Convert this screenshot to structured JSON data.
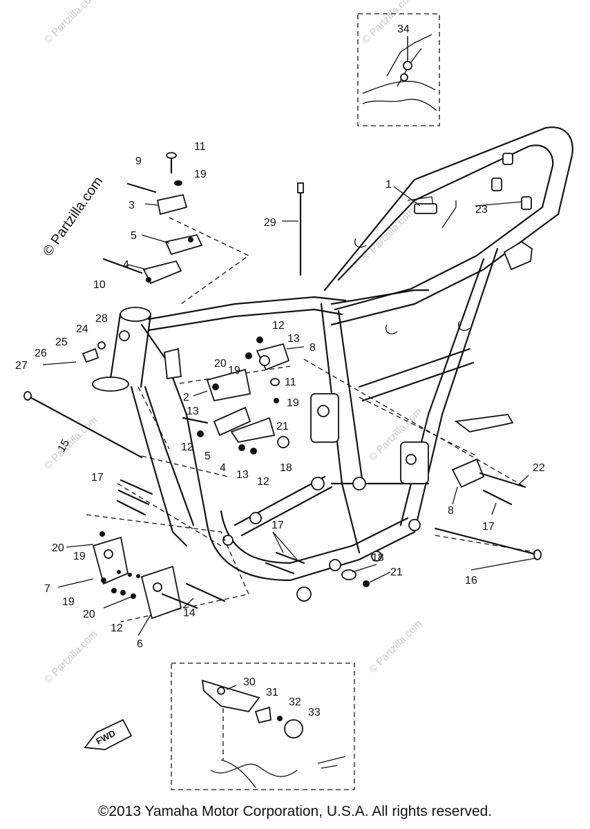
{
  "watermark": "© Partzilla.com",
  "fwd_label": "FWD",
  "copyright": "©2013 Yamaha Motor Corporation, U.S.A. All rights reserved.",
  "callouts": [
    {
      "n": "34"
    },
    {
      "n": "11"
    },
    {
      "n": "9"
    },
    {
      "n": "19"
    },
    {
      "n": "3"
    },
    {
      "n": "5"
    },
    {
      "n": "4"
    },
    {
      "n": "10"
    },
    {
      "n": "1"
    },
    {
      "n": "23"
    },
    {
      "n": "29"
    },
    {
      "n": "28"
    },
    {
      "n": "24"
    },
    {
      "n": "25"
    },
    {
      "n": "26"
    },
    {
      "n": "27"
    },
    {
      "n": "12"
    },
    {
      "n": "13"
    },
    {
      "n": "8"
    },
    {
      "n": "20"
    },
    {
      "n": "19"
    },
    {
      "n": "2"
    },
    {
      "n": "11"
    },
    {
      "n": "19"
    },
    {
      "n": "13"
    },
    {
      "n": "12"
    },
    {
      "n": "21"
    },
    {
      "n": "5"
    },
    {
      "n": "4"
    },
    {
      "n": "13"
    },
    {
      "n": "12"
    },
    {
      "n": "18"
    },
    {
      "n": "15"
    },
    {
      "n": "17"
    },
    {
      "n": "22"
    },
    {
      "n": "8"
    },
    {
      "n": "17"
    },
    {
      "n": "17"
    },
    {
      "n": "20"
    },
    {
      "n": "19"
    },
    {
      "n": "7"
    },
    {
      "n": "19"
    },
    {
      "n": "20"
    },
    {
      "n": "14"
    },
    {
      "n": "12"
    },
    {
      "n": "6"
    },
    {
      "n": "18"
    },
    {
      "n": "21"
    },
    {
      "n": "16"
    },
    {
      "n": "30"
    },
    {
      "n": "31"
    },
    {
      "n": "32"
    },
    {
      "n": "33"
    }
  ]
}
